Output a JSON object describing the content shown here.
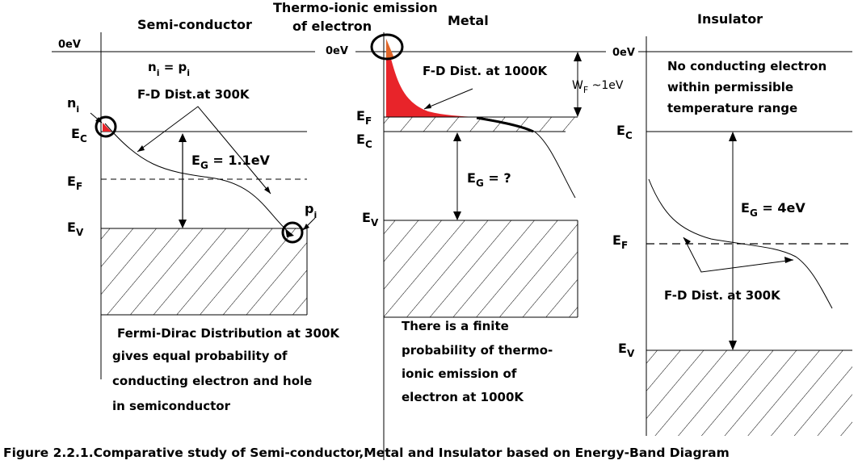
{
  "semiconductor": {
    "title": "Semi-conductor",
    "zero_ev": "0eV",
    "ni_eq_pi": {
      "n": "n",
      "i1": "i",
      "eq": " = ",
      "p": "p",
      "i2": "i"
    },
    "fd_label": "F-D Dist.at 300K",
    "ni_label": {
      "n": "n",
      "i": "i"
    },
    "ec_label": {
      "main": "E",
      "sub": "C"
    },
    "eg_label": {
      "main": "E",
      "sub": "G",
      "value": " = 1.1eV"
    },
    "ef_label": {
      "main": "E",
      "sub": "F"
    },
    "ev_label": {
      "main": "E",
      "sub": "V"
    },
    "pi_label": {
      "p": "p",
      "i": "i"
    },
    "caption_lines": [
      "Fermi-Dirac Distribution at 300K",
      "gives  equal probability of",
      "conducting electron and hole",
      "in semiconductor"
    ]
  },
  "metal": {
    "title": "Metal",
    "thermo_lines": [
      "Thermo-ionic emission",
      "of electron"
    ],
    "zero_ev": "0eV",
    "fd_label": "F-D Dist. at 1000K",
    "wf_label": {
      "main": "W",
      "sub": "F",
      "value": " ~1eV"
    },
    "ef_label": {
      "main": "E",
      "sub": "F"
    },
    "ec_label": {
      "main": "E",
      "sub": "C"
    },
    "eg_label": {
      "main": "E",
      "sub": "G",
      "value": " = ?"
    },
    "ev_label": {
      "main": "E",
      "sub": "V"
    },
    "caption_lines": [
      "There is a finite",
      "probability of thermo-",
      "ionic emission of",
      "electron at 1000K"
    ]
  },
  "insulator": {
    "title": "Insulator",
    "zero_ev": "0eV",
    "note_lines": [
      "No conducting electron",
      "within permissible",
      "temperature range"
    ],
    "ec_label": {
      "main": "E",
      "sub": "C"
    },
    "eg_label": {
      "main": "E",
      "sub": "G",
      "value": " = 4eV"
    },
    "ef_label": {
      "main": "E",
      "sub": "F"
    },
    "fd_label": "F-D Dist. at 300K",
    "ev_label": {
      "main": "E",
      "sub": "V"
    }
  },
  "figure_caption": "Figure 2.2.1.Comparative study of Semi-conductor,Metal and Insulator based on Energy-Band Diagram",
  "colors": {
    "fill_red": "#e8242a",
    "fill_orange": "#e0662a",
    "line": "#000000"
  }
}
